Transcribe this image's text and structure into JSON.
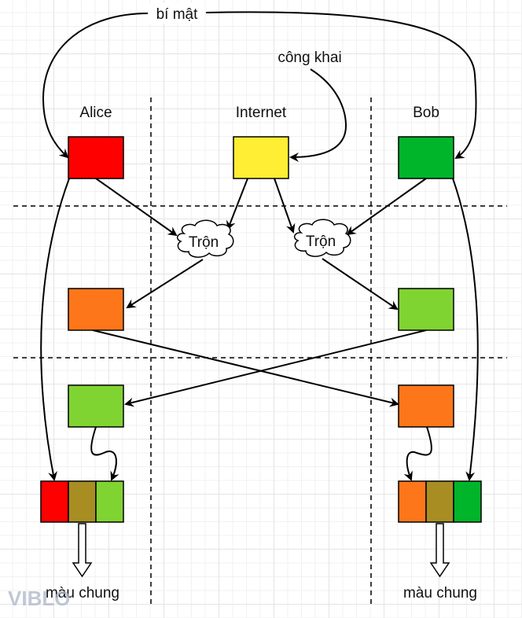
{
  "labels": {
    "secret": "bí mật",
    "public": "công khai",
    "alice": "Alice",
    "internet": "Internet",
    "bob": "Bob",
    "mix_left": "Trộn",
    "mix_right": "Trộn",
    "shared_left": "màu chung",
    "shared_right": "màu chung",
    "watermark": "VIBLO"
  },
  "colors": {
    "alice_secret": "#ff0000",
    "public": "#ffee33",
    "bob_secret": "#00b52a",
    "alice_mixed": "#fd771a",
    "bob_mixed": "#80d432",
    "shared": "#a88e22"
  }
}
